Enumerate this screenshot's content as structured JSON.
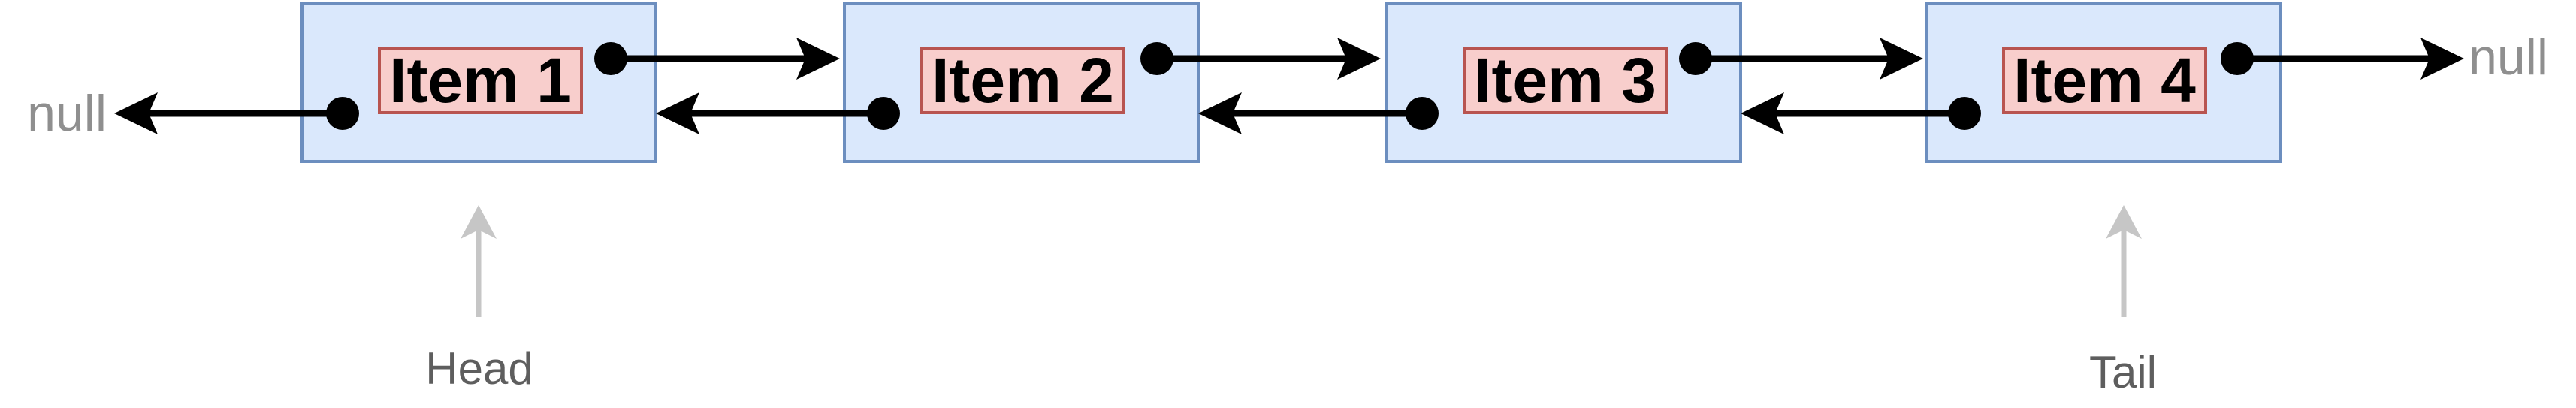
{
  "diagram": {
    "type": "doubly linked list",
    "nodes": [
      {
        "label": "Item 1"
      },
      {
        "label": "Item 2"
      },
      {
        "label": "Item 3"
      },
      {
        "label": "Item 4"
      }
    ],
    "terminals": {
      "left": "null",
      "right": "null"
    },
    "pointers": {
      "head": "Head",
      "tail": "Tail"
    },
    "colors": {
      "node_fill": "#dae8fc",
      "node_border": "#6c8ebf",
      "value_fill": "#f8cecc",
      "value_border": "#b85450",
      "link_arrow": "#000000",
      "terminal_text": "#8f8f8f",
      "pointer_label_text": "#5e5e5e",
      "pointer_arrow": "#c6c6c6"
    }
  }
}
